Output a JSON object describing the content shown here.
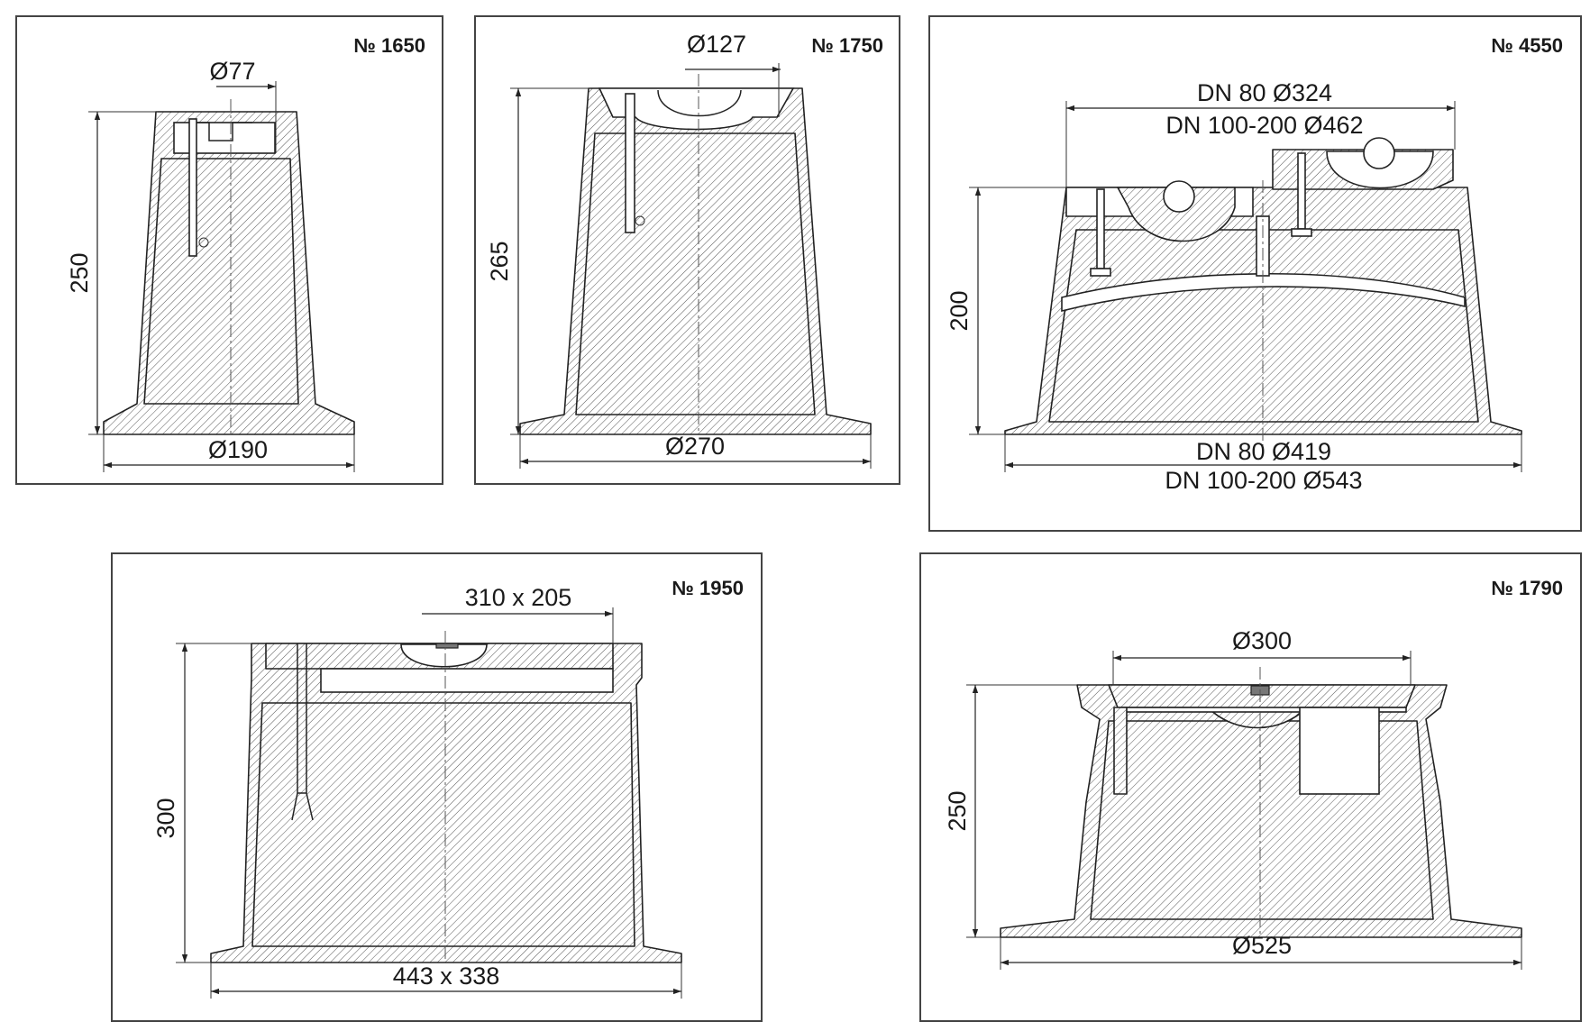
{
  "panels": [
    {
      "title": "№ 1650",
      "dims": [
        "Ø77",
        "250",
        "Ø190"
      ]
    },
    {
      "title": "№ 1750",
      "dims": [
        "Ø127",
        "265",
        "Ø270"
      ]
    },
    {
      "title": "№ 4550",
      "dims": [
        "DN 80  Ø324",
        "DN 100-200  Ø462",
        "200",
        "DN 80 Ø419",
        "DN 100-200  Ø543"
      ]
    },
    {
      "title": "№ 1950",
      "dims": [
        "310 x 205",
        "300",
        "443 x 338"
      ]
    },
    {
      "title": "№ 1790",
      "dims": [
        "Ø300",
        "250",
        "Ø525"
      ]
    }
  ]
}
